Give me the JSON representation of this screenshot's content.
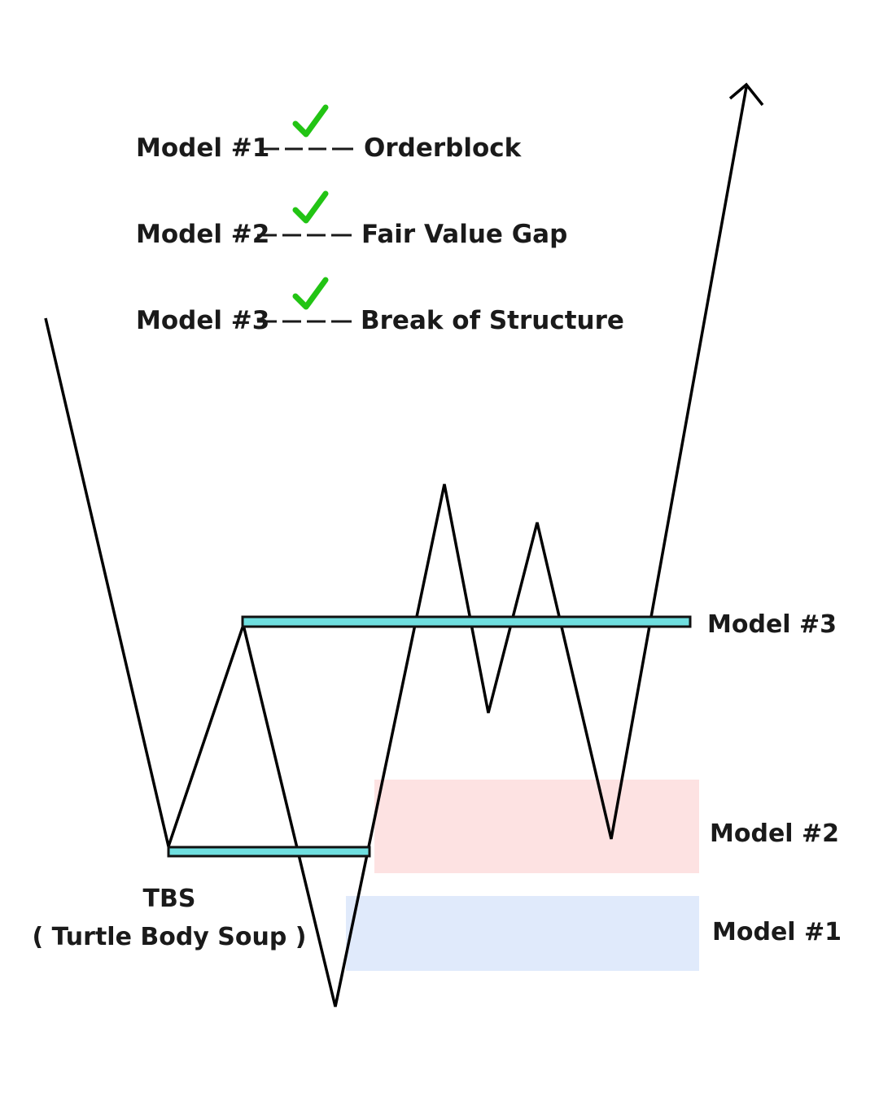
{
  "colors": {
    "check": "#22c414",
    "level_fill": "#6fdfe0",
    "level_stroke": "#111111",
    "fvg_zone": "#fde2e2",
    "orderblock_zone": "#e0eafb",
    "price_line": "#000000",
    "text": "#1a1a1a"
  },
  "legend": [
    {
      "model": "Model #1",
      "concept": "Orderblock",
      "icon": "check-icon",
      "status": "checked"
    },
    {
      "model": "Model #2",
      "concept": "Fair Value Gap",
      "icon": "check-icon",
      "status": "checked"
    },
    {
      "model": "Model #3",
      "concept": "Break of Structure",
      "icon": "check-icon",
      "status": "checked"
    }
  ],
  "labels": {
    "model3_level": "Model #3",
    "model2_zone": "Model #2",
    "model1_zone": "Model #1",
    "tbs": "TBS",
    "tbs_full": "( Turtle Body Soup )"
  },
  "icons": {
    "arrow": "arrow-up-icon",
    "check": "check-icon"
  }
}
